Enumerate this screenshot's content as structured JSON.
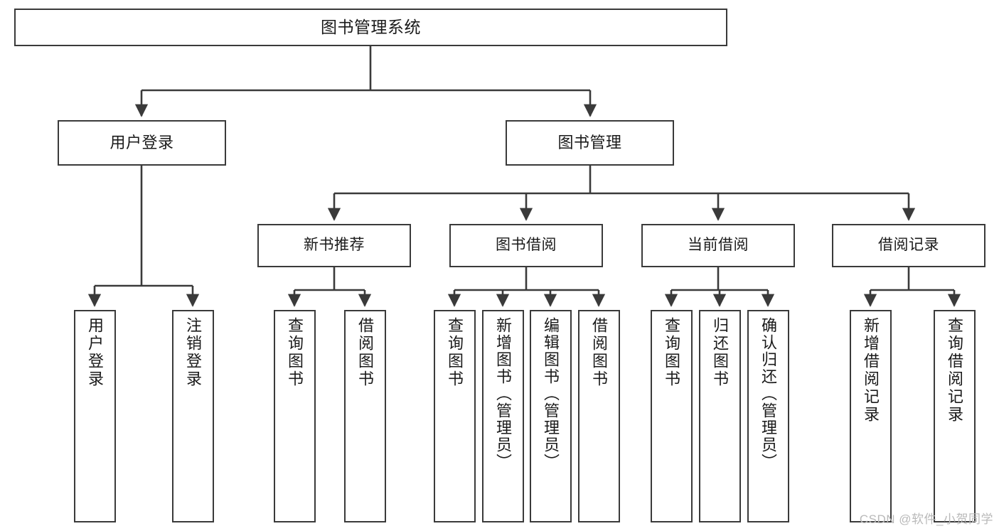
{
  "diagram": {
    "title_node": {
      "label": "图书管理系统"
    },
    "tier2": [
      {
        "label": "用户登录"
      },
      {
        "label": "图书管理"
      }
    ],
    "tier3": [
      {
        "label": "新书推荐"
      },
      {
        "label": "图书借阅"
      },
      {
        "label": "当前借阅"
      },
      {
        "label": "借阅记录"
      }
    ],
    "leaves": {
      "user_login": [
        {
          "label": "用户登录"
        },
        {
          "label": "注销登录"
        }
      ],
      "new_book_recommend": [
        {
          "label": "查询图书"
        },
        {
          "label": "借阅图书"
        }
      ],
      "book_borrow": [
        {
          "label": "查询图书"
        },
        {
          "label": "新增图书（管理员）"
        },
        {
          "label": "编辑图书（管理员）"
        },
        {
          "label": "借阅图书"
        }
      ],
      "current_borrow": [
        {
          "label": "查询图书"
        },
        {
          "label": "归还图书"
        },
        {
          "label": "确认归还（管理员）"
        }
      ],
      "borrow_record": [
        {
          "label": "新增借阅记录"
        },
        {
          "label": "查询借阅记录"
        }
      ]
    }
  },
  "watermark": {
    "text": "CSDN @软件_小贺同学"
  },
  "colors": {
    "stroke": "#3a3a3a",
    "background": "#ffffff",
    "text": "#1a1a1a",
    "watermark": "#b9b9b9"
  }
}
